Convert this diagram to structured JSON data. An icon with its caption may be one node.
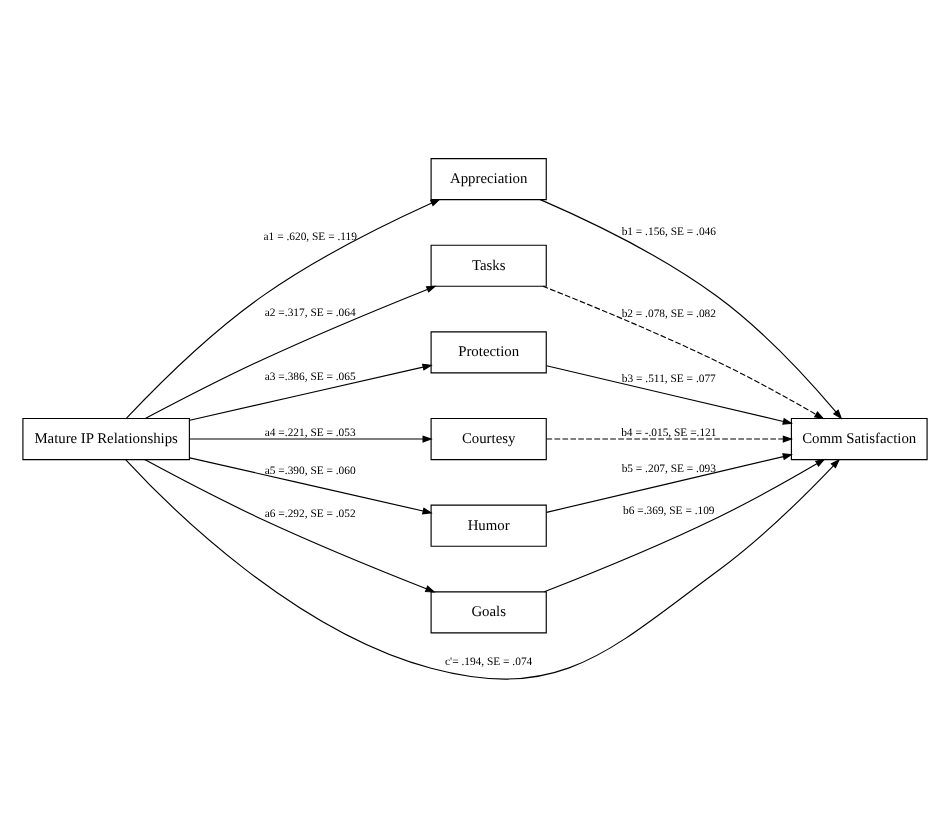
{
  "diagram": {
    "nodes": [
      {
        "text": [
          "Mature IP Relationships"
        ]
      },
      {
        "text": [
          "Appreciation"
        ]
      },
      {
        "text": [
          "Tasks"
        ]
      },
      {
        "text": [
          "Protection"
        ]
      },
      {
        "text": [
          "Courtesy"
        ]
      },
      {
        "text": [
          "Humor"
        ]
      },
      {
        "text": [
          "Goals"
        ]
      },
      {
        "text": [
          "Comm Satisfaction"
        ]
      }
    ],
    "edges": [
      {
        "from": 0,
        "to": 1,
        "arrow": "to",
        "label": "a1 = .620, SE = .119"
      },
      {
        "from": 0,
        "to": 2,
        "arrow": "to",
        "label": "a2 =.317, SE = .064"
      },
      {
        "from": 0,
        "to": 3,
        "arrow": "to",
        "label": "a3 =.386, SE = .065"
      },
      {
        "from": 0,
        "to": 7,
        "arrow": "to",
        "label": "c'= .194, SE = .074"
      },
      {
        "from": 0,
        "to": 4,
        "arrow": "to",
        "label": "a4 =.221, SE = .053"
      },
      {
        "from": 0,
        "to": 5,
        "arrow": "to",
        "label": "a5 =.390, SE = .060"
      },
      {
        "from": 0,
        "to": 6,
        "arrow": "to",
        "label": "a6 =.292, SE = .052"
      },
      {
        "from": 1,
        "to": 7,
        "arrow": "to",
        "label": "b1 = .156, SE = .046"
      },
      {
        "from": 2,
        "to": 7,
        "arrow": "to",
        "label": "b2 = .078, SE = .082",
        "style": "dashed"
      },
      {
        "from": 3,
        "to": 7,
        "arrow": "to",
        "label": "b3 = .511, SE = .077"
      },
      {
        "from": 4,
        "to": 7,
        "arrow": "to",
        "label": "b4 = -.015, SE =.121",
        "style": "dashed"
      },
      {
        "from": 5,
        "to": 7,
        "arrow": "to",
        "label": "b5 = .207, SE = .093"
      },
      {
        "from": 6,
        "to": 7,
        "arrow": "to",
        "label": "b6 =.369, SE = .109"
      }
    ]
  }
}
